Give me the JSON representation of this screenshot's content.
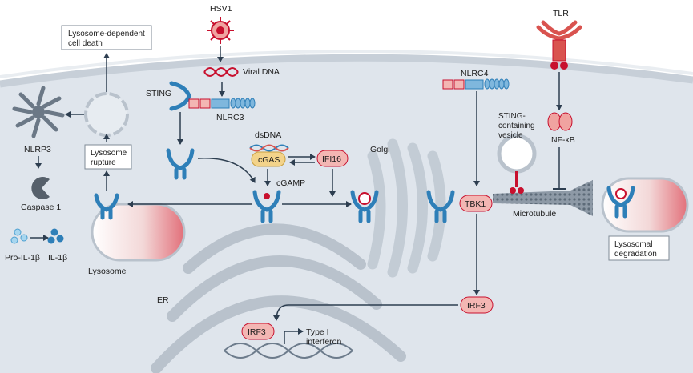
{
  "labels": {
    "hsv1": "HSV1",
    "tlr": "TLR",
    "viral_dna": "Viral DNA",
    "sting": "STING",
    "nlrc3": "NLRC3",
    "nlrc4": "NLRC4",
    "lysosome_death_1": "Lysosome-dependent",
    "lysosome_death_2": "cell death",
    "nlrp3": "NLRP3",
    "caspase1": "Caspase 1",
    "pro_il1b": "Pro-IL-1β",
    "il1b": "IL-1β",
    "lysosome_rupture_1": "Lysosome",
    "lysosome_rupture_2": "rupture",
    "lysosome": "Lysosome",
    "dsdna": "dsDNA",
    "cgas": "cGAS",
    "ifi16": "IFI16",
    "cgamp": "cGAMP",
    "golgi": "Golgi",
    "sting_vesicle_1": "STING-",
    "sting_vesicle_2": "containing",
    "sting_vesicle_3": "vesicle",
    "nfkb": "NF-κB",
    "tbk1": "TBK1",
    "microtubule": "Microtubule",
    "lysosomal_deg_1": "Lysosomal",
    "lysosomal_deg_2": "degradation",
    "irf3": "IRF3",
    "irf3_nuc": "IRF3",
    "type1_1": "Type I",
    "type1_2": "interferon",
    "er": "ER"
  },
  "colors": {
    "cell": "#dde3ea",
    "membrane": "#c9d1da",
    "er": "#b7c0ca",
    "sting_blue": "#2e7fb8",
    "pink_fill": "#f3b6b3",
    "pink_stroke": "#d9534f",
    "red": "#c8102e",
    "arrow": "#2d3e50"
  }
}
